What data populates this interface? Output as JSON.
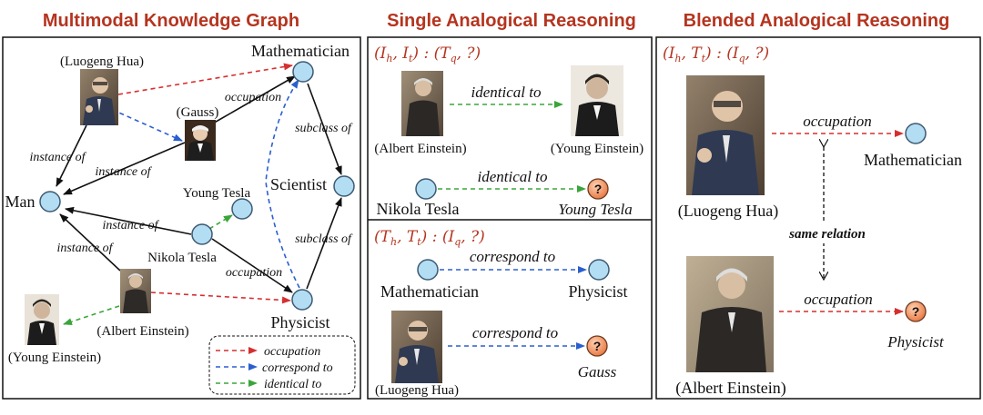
{
  "titles": {
    "left": "Multimodal Knowledge Graph",
    "middle": "Single Analogical Reasoning",
    "right": "Blended Analogical Reasoning"
  },
  "kg": {
    "mathematician": "Mathematician",
    "scientist": "Scientist",
    "man": "Man",
    "physicist": "Physicist",
    "young_tesla": "Young Tesla",
    "nikola_tesla": "Nikola Tesla",
    "luogeng_hua": "(Luogeng Hua)",
    "gauss": "(Gauss)",
    "albert_einstein": "(Albert Einstein)",
    "young_einstein": "(Young Einstein)",
    "edges": {
      "occupation_gauss": "occupation",
      "subclass_top": "subclass of",
      "instance_hua": "instance of",
      "instance_gauss": "instance of",
      "instance_tesla": "instance of",
      "instance_einstein": "instance of",
      "occupation_tesla": "occupation",
      "subclass_bottom": "subclass of"
    },
    "legend": {
      "occupation": "occupation",
      "correspond_to": "correspond to",
      "identical_to": "identical to"
    }
  },
  "single": {
    "formula_top": "(I_h, I_t) : (T_q, ?)",
    "identical_img": "identical to",
    "albert_einstein": "(Albert Einstein)",
    "young_einstein": "(Young Einstein)",
    "identical_txt": "identical to",
    "nikola_tesla": "Nikola Tesla",
    "young_tesla_answer": "Young Tesla",
    "formula_bottom": "(T_h, T_t) : (I_q, ?)",
    "correspond_top": "correspond to",
    "mathematician": "Mathematician",
    "physicist": "Physicist",
    "correspond_bottom": "correspond to",
    "luogeng_hua": "(Luogeng Hua)",
    "gauss_answer": "Gauss"
  },
  "blended": {
    "formula": "(I_h, T_t) : (I_q, ?)",
    "occupation_top": "occupation",
    "mathematician": "Mathematician",
    "luogeng_hua": "(Luogeng Hua)",
    "same_relation": "same relation",
    "occupation_bottom": "occupation",
    "physicist_answer": "Physicist",
    "albert_einstein": "(Albert Einstein)"
  },
  "question_mark": "?",
  "colors": {
    "title": "#b5341f",
    "occupation": "#d62f2f",
    "correspond_to": "#2b5fcf",
    "identical_to": "#3aa53a",
    "node_fill": "#b3ddf2",
    "question_node": "#f0956a"
  },
  "icons": [
    "portrait-luogeng-hua",
    "portrait-gauss",
    "portrait-albert-einstein",
    "portrait-young-einstein"
  ]
}
